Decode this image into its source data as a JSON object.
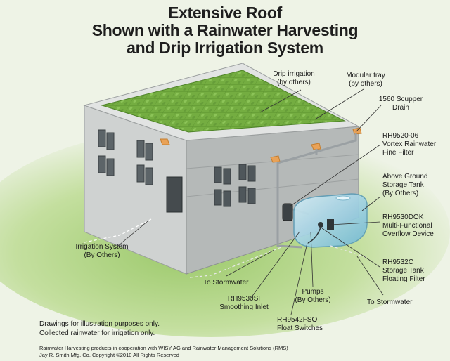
{
  "title": {
    "line1": "Extensive Roof",
    "line2": "Shown with a Rainwater Harvesting",
    "line3": "and Drip Irrigation System"
  },
  "labels": {
    "drip_irrigation": [
      "Drip irrigation",
      "(by others)"
    ],
    "modular_tray": [
      "Modular tray",
      "(by others)"
    ],
    "scupper_drain": [
      "1560 Scupper",
      "Drain"
    ],
    "vortex_filter": [
      "RH9520-06",
      "Vortex Rainwater",
      "Fine Filter"
    ],
    "storage_tank": [
      "Above Ground",
      "Storage Tank",
      "(By Others)"
    ],
    "overflow_device": [
      "RH9530DOK",
      "Multi-Functional",
      "Overflow Device"
    ],
    "floating_filter": [
      "RH9532C",
      "Storage Tank",
      "Floating Filter"
    ],
    "irrigation_system": [
      "Irrigation System",
      "(By Others)"
    ],
    "to_stormwater_left": [
      "To Stormwater"
    ],
    "to_stormwater_right": [
      "To Stormwater"
    ],
    "smoothing_inlet": [
      "RH9530SI",
      "Smoothing Inlet"
    ],
    "pumps": [
      "Pumps",
      "(By Others)"
    ],
    "float_switches": [
      "RH9542FSO",
      "Float Switches"
    ]
  },
  "notes": {
    "line1": "Drawings for illustration purposes only.",
    "line2": "Collected rainwater for irrigation only."
  },
  "credits": {
    "line1": "Rainwater Harvesting products in cooperation with WISY AG and Rainwater Management Solutions (RMS)",
    "line2": "Jay R. Smith Mfg. Co. Copyright ©2010 All Rights Reserved"
  },
  "colors": {
    "background": "#eef3e6",
    "grass": "#a9cf7e",
    "roof_green": "#6fa83e",
    "building_front": "#c9cccc",
    "building_side": "#a8adad",
    "tank": "#9fd4e6",
    "pipe": "#9aa0a3",
    "scupper": "#e9a257"
  }
}
